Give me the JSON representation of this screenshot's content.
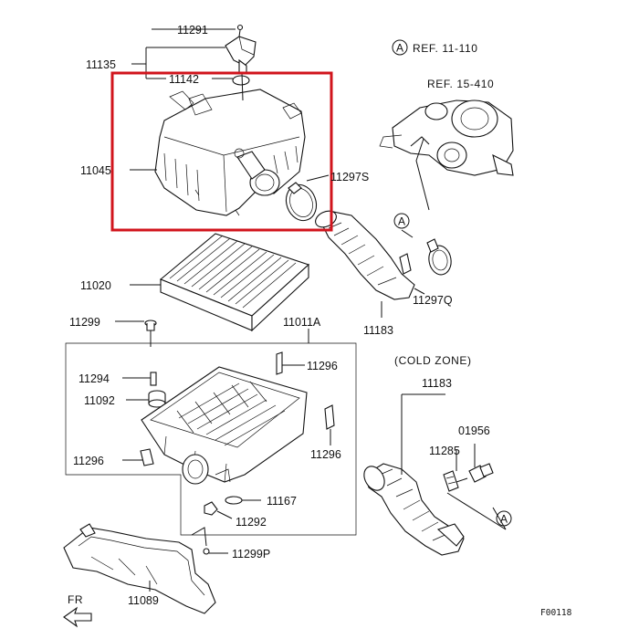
{
  "labels": {
    "p11291": "11291",
    "p11135": "11135",
    "p11142": "11142",
    "p11045": "11045",
    "p11297S": "11297S",
    "p11020": "11020",
    "p11299": "11299",
    "p11011A": "11011A",
    "p11294": "11294",
    "p11092": "11092",
    "p11296a": "11296",
    "p11296b": "11296",
    "p11296c": "11296",
    "p11167": "11167",
    "p11292": "11292",
    "p11299P": "11299P",
    "p11089": "11089",
    "p11183a": "11183",
    "p11297Q": "11297Q",
    "p11183b": "11183",
    "p01956": "01956",
    "p11285": "11285"
  },
  "refs": {
    "ref_a_label": "REF. 11-110",
    "ref_b_label": "REF. 15-410",
    "cold_zone": "(COLD ZONE)",
    "fr": "FR",
    "figure_code": "F00118",
    "marker_a": "A"
  },
  "highlight_color": "#d1141c"
}
